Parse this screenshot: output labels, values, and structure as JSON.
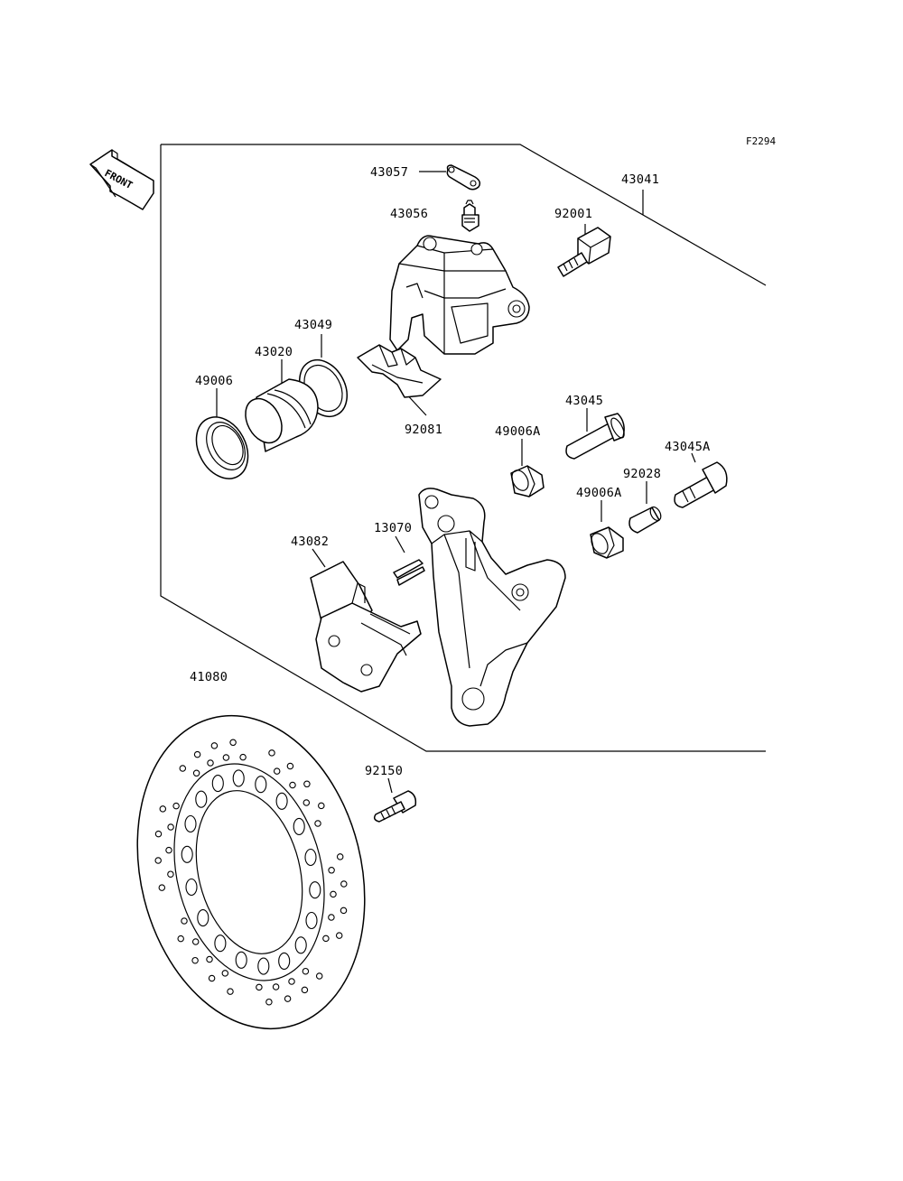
{
  "figure_code": "F2294",
  "front_arrow": {
    "text": "FRONT",
    "icon": "front-direction-arrow-icon"
  },
  "parts": {
    "p43057": "43057",
    "p43056": "43056",
    "p43041": "43041",
    "p92001": "92001",
    "p43049": "43049",
    "p43020": "43020",
    "p49006": "49006",
    "p92081": "92081",
    "p43045": "43045",
    "p49006A_1": "49006A",
    "p43045A": "43045A",
    "p92028": "92028",
    "p49006A_2": "49006A",
    "p13070": "13070",
    "p43082": "43082",
    "p41080": "41080",
    "p92150": "92150"
  }
}
